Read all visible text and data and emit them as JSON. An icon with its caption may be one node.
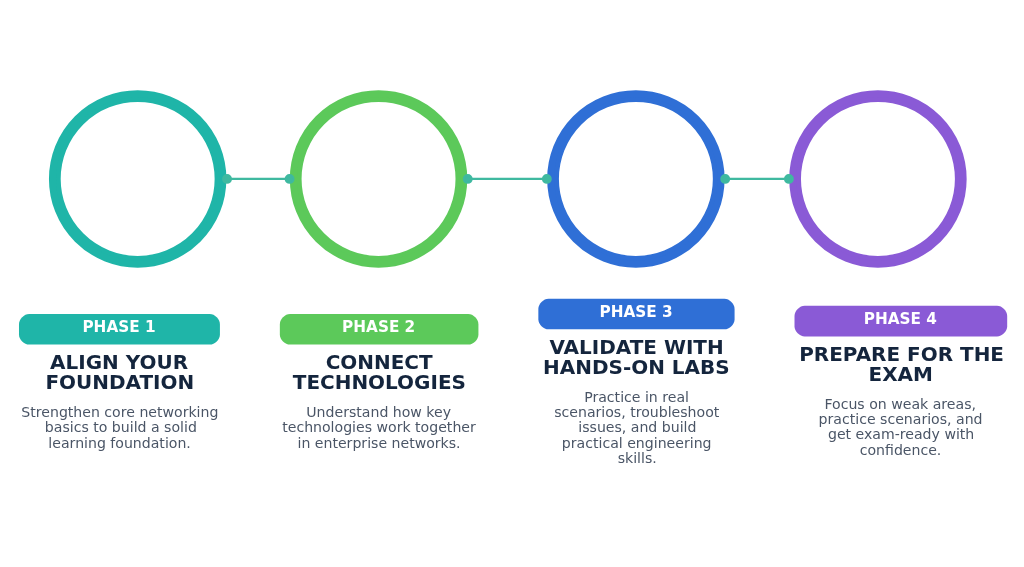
{
  "diagram": {
    "nodes": [
      {
        "text": [],
        "shape": "circle"
      },
      {
        "text": [],
        "shape": "circle"
      },
      {
        "text": [],
        "shape": "circle"
      },
      {
        "text": [],
        "shape": "circle"
      },
      {
        "text": [
          "PHASE 1"
        ],
        "beside": [
          "ALIGN YOUR FOUNDATION",
          "Strengthen core networking basics to build a solid learning foundation."
        ]
      },
      {
        "text": [
          "PHASE 2"
        ],
        "beside": [
          "CONNECT TECHNOLOGIES",
          "Understand how key technologies work together in enterprise networks."
        ]
      },
      {
        "text": [
          "PHASE 3"
        ],
        "beside": [
          "VALIDATE WITH HANDS-ON LABS",
          "Practice in real scenarios, troubleshoot issues, and build practical engineering skills."
        ]
      },
      {
        "text": [
          "PHASE 4"
        ],
        "beside": [
          "PREPARE FOR THE EXAM",
          "Focus on weak areas, practice scenarios, and get exam-ready with confidence."
        ]
      }
    ],
    "edges": [
      {
        "from": 0,
        "to": 1,
        "arrow": "other"
      },
      {
        "from": 1,
        "to": 2,
        "arrow": "other"
      },
      {
        "from": 2,
        "to": 3,
        "arrow": "other"
      }
    ]
  }
}
